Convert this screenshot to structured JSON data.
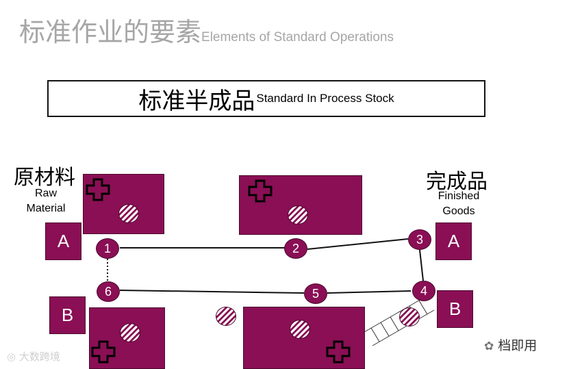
{
  "header": {
    "title_zh": "标准作业的要素",
    "title_en": "Elements of Standard  Operations"
  },
  "banner": {
    "text_zh": "标准半成品",
    "text_en": "Standard In Process Stock"
  },
  "raw": {
    "label_zh": "原材料",
    "label_en_1": "Raw",
    "label_en_2": "Material"
  },
  "finished": {
    "label_zh": "完成品",
    "label_en_1": "Finished",
    "label_en_2": "Goods"
  },
  "buffers": {
    "raw_a": "A",
    "raw_b": "B",
    "fg_a": "A",
    "fg_b": "B"
  },
  "stations": {
    "s1": "1",
    "s2": "2",
    "s3": "3",
    "s4": "4",
    "s5": "5",
    "s6": "6"
  },
  "watermarks": {
    "left": "大数跨境",
    "right": "档即用"
  },
  "colors": {
    "machine": "#8a0f55",
    "title_gray": "#a6a6a6"
  }
}
